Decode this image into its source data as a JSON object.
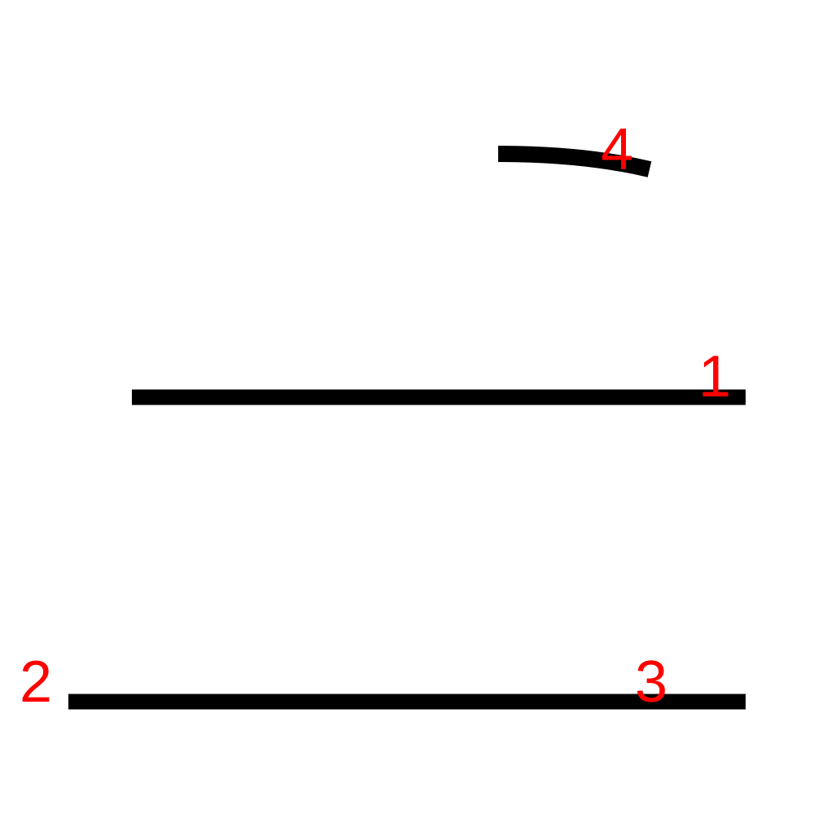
{
  "colors": {
    "background": "#ffffff",
    "stroke": "#000000",
    "label": "#ff0000"
  },
  "strokes": [
    {
      "id": "stroke-1",
      "label": "1"
    },
    {
      "id": "stroke-2",
      "label": "2"
    },
    {
      "id": "stroke-3",
      "label": "3"
    },
    {
      "id": "stroke-4",
      "label": "4"
    }
  ]
}
